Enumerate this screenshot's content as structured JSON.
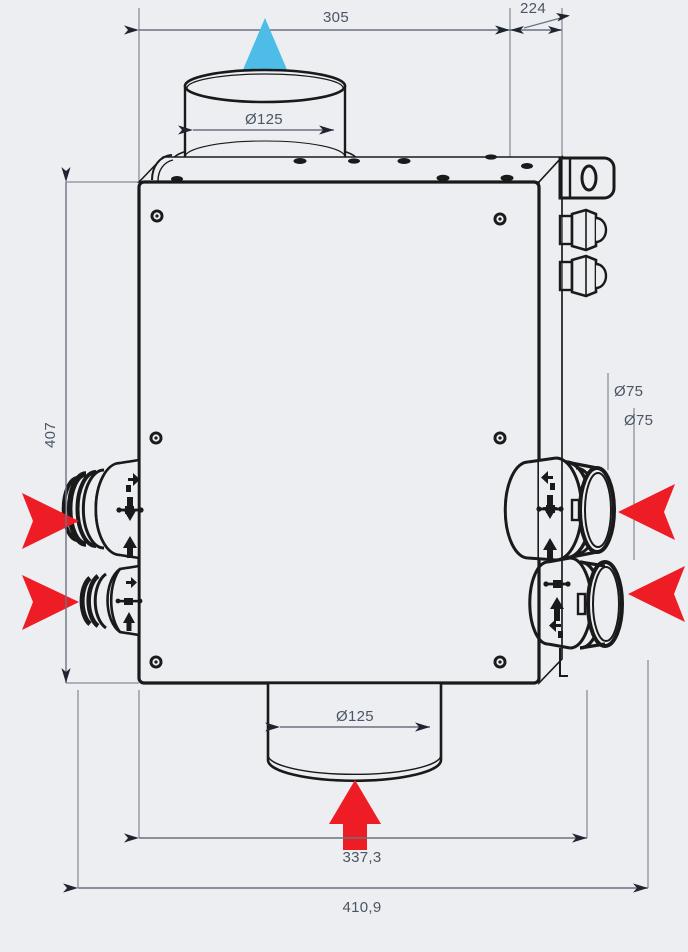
{
  "drawing": {
    "title": "Ventilation unit dimensional drawing",
    "background_color": "#eceef1",
    "line_color": "#1a1a1a",
    "dimension_color": "#4b5563",
    "arrow_intake_color": "#ee1c25",
    "arrow_exhaust_color": "#4dbde8",
    "units": "mm"
  },
  "dimensions": {
    "top_width": "305",
    "top_offset": "224",
    "top_port_diameter": "Ø125",
    "left_height": "407",
    "right_port_upper_diameter": "Ø75",
    "right_port_lower_diameter": "Ø75",
    "bottom_port_diameter": "Ø125",
    "body_width": "337,3",
    "overall_width": "410,9"
  },
  "components": {
    "housing": "rectangular-housing",
    "top_spigot": "top-duct-spigot",
    "bottom_spigot": "bottom-duct-spigot",
    "left_port_upper": "left-duct-port-upper",
    "left_port_lower": "left-duct-port-lower",
    "right_port_upper": "right-duct-port-upper",
    "right_port_lower": "right-duct-port-lower",
    "mounting_bracket": "wall-mount-bracket",
    "cable_gland_upper": "cable-gland-upper",
    "cable_gland_lower": "cable-gland-lower"
  },
  "flow_arrows": {
    "exhaust_up": "exhaust-air-arrow-up",
    "supply_up": "supply-air-arrow-up",
    "intake_left_upper": "intake-arrow-left-upper",
    "intake_left_lower": "intake-arrow-left-lower",
    "intake_right_upper": "intake-arrow-right-upper",
    "intake_right_lower": "intake-arrow-right-lower"
  }
}
